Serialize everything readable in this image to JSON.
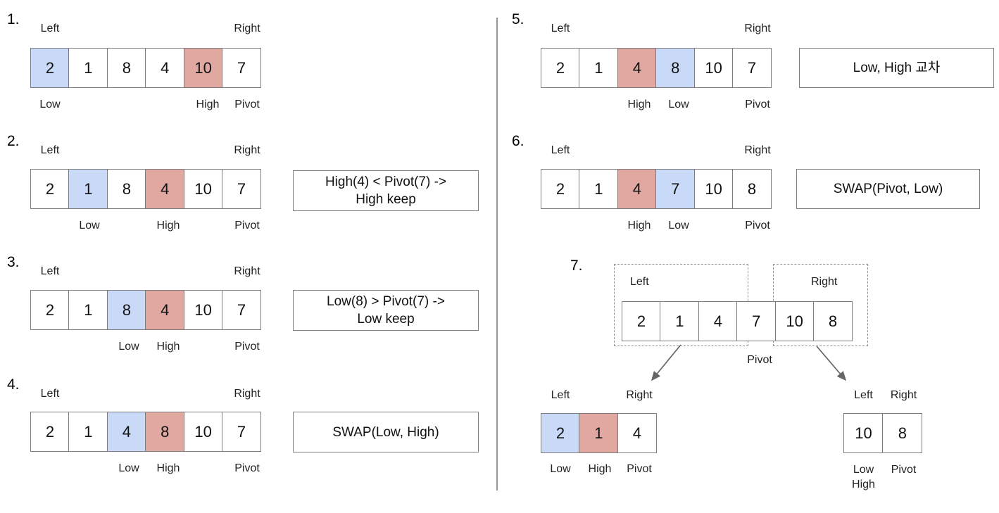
{
  "title": "Quicksort partition steps diagram",
  "colors": {
    "low_fill": "#c9daf8",
    "high_fill": "#e0a8a0",
    "cell_border": "#7d7d7d",
    "dashed_border": "#8f8f8f",
    "arrow": "#666666",
    "divider": "#979797"
  },
  "steps": [
    {
      "num": "1.",
      "cells": [
        {
          "v": "2",
          "hl": "low"
        },
        {
          "v": "1"
        },
        {
          "v": "8"
        },
        {
          "v": "4"
        },
        {
          "v": "10",
          "hl": "high"
        },
        {
          "v": "7"
        }
      ],
      "top": [
        {
          "t": "Left",
          "cell": 0
        },
        {
          "t": "Right",
          "cell": 5
        }
      ],
      "bottom": [
        {
          "t": "Low",
          "cell": 0
        },
        {
          "t": "High",
          "cell": 4
        },
        {
          "t": "Pivot",
          "cell": 5
        }
      ],
      "note": null
    },
    {
      "num": "2.",
      "cells": [
        {
          "v": "2"
        },
        {
          "v": "1",
          "hl": "low"
        },
        {
          "v": "8"
        },
        {
          "v": "4",
          "hl": "high"
        },
        {
          "v": "10"
        },
        {
          "v": "7"
        }
      ],
      "top": [
        {
          "t": "Left",
          "cell": 0
        },
        {
          "t": "Right",
          "cell": 5
        }
      ],
      "bottom": [
        {
          "t": "Low",
          "cell": 1
        },
        {
          "t": "High",
          "cell": 3
        },
        {
          "t": "Pivot",
          "cell": 5
        }
      ],
      "note": "High(4) < Pivot(7) ->\nHigh keep"
    },
    {
      "num": "3.",
      "cells": [
        {
          "v": "2"
        },
        {
          "v": "1"
        },
        {
          "v": "8",
          "hl": "low"
        },
        {
          "v": "4",
          "hl": "high"
        },
        {
          "v": "10"
        },
        {
          "v": "7"
        }
      ],
      "top": [
        {
          "t": "Left",
          "cell": 0
        },
        {
          "t": "Right",
          "cell": 5
        }
      ],
      "bottom": [
        {
          "t": "Low",
          "cell": 2
        },
        {
          "t": "High",
          "cell": 3
        },
        {
          "t": "Pivot",
          "cell": 5
        }
      ],
      "note": "Low(8) > Pivot(7) ->\nLow keep"
    },
    {
      "num": "4.",
      "cells": [
        {
          "v": "2"
        },
        {
          "v": "1"
        },
        {
          "v": "4",
          "hl": "low"
        },
        {
          "v": "8",
          "hl": "high"
        },
        {
          "v": "10"
        },
        {
          "v": "7"
        }
      ],
      "top": [
        {
          "t": "Left",
          "cell": 0
        },
        {
          "t": "Right",
          "cell": 5
        }
      ],
      "bottom": [
        {
          "t": "Low",
          "cell": 2
        },
        {
          "t": "High",
          "cell": 3
        },
        {
          "t": "Pivot",
          "cell": 5
        }
      ],
      "note": "SWAP(Low, High)"
    },
    {
      "num": "5.",
      "cells": [
        {
          "v": "2"
        },
        {
          "v": "1"
        },
        {
          "v": "4",
          "hl": "high"
        },
        {
          "v": "8",
          "hl": "low"
        },
        {
          "v": "10"
        },
        {
          "v": "7"
        }
      ],
      "top": [
        {
          "t": "Left",
          "cell": 0
        },
        {
          "t": "Right",
          "cell": 5
        }
      ],
      "bottom": [
        {
          "t": "High",
          "cell": 2
        },
        {
          "t": "Low",
          "cell": 3
        },
        {
          "t": "Pivot",
          "cell": 5
        }
      ],
      "note": "Low, High 교차"
    },
    {
      "num": "6.",
      "cells": [
        {
          "v": "2"
        },
        {
          "v": "1"
        },
        {
          "v": "4",
          "hl": "high"
        },
        {
          "v": "7",
          "hl": "low"
        },
        {
          "v": "10"
        },
        {
          "v": "8"
        }
      ],
      "top": [
        {
          "t": "Left",
          "cell": 0
        },
        {
          "t": "Right",
          "cell": 5
        }
      ],
      "bottom": [
        {
          "t": "High",
          "cell": 2
        },
        {
          "t": "Low",
          "cell": 3
        },
        {
          "t": "Pivot",
          "cell": 5
        }
      ],
      "note": "SWAP(Pivot, Low)"
    }
  ],
  "step7": {
    "num": "7.",
    "cells": [
      {
        "v": "2"
      },
      {
        "v": "1"
      },
      {
        "v": "4"
      },
      {
        "v": "7"
      },
      {
        "v": "10"
      },
      {
        "v": "8"
      }
    ],
    "left_box_label": "Left",
    "right_box_label": "Right",
    "pivot_label": "Pivot",
    "left_sub": {
      "cells": [
        {
          "v": "2",
          "hl": "low"
        },
        {
          "v": "1",
          "hl": "high"
        },
        {
          "v": "4"
        }
      ],
      "top": [
        {
          "t": "Left",
          "cell": 0
        },
        {
          "t": "Right",
          "cell": 2
        }
      ],
      "bottom": [
        {
          "t": "Low",
          "cell": 0
        },
        {
          "t": "High",
          "cell": 1
        },
        {
          "t": "Pivot",
          "cell": 2
        }
      ]
    },
    "right_sub": {
      "cells": [
        {
          "v": "10"
        },
        {
          "v": "8"
        }
      ],
      "top": [
        {
          "t": "Left",
          "cell": 0
        },
        {
          "t": "Right",
          "cell": 1
        }
      ],
      "bottom": [
        {
          "t": "Low\nHigh",
          "cell": 0
        },
        {
          "t": "Pivot",
          "cell": 1
        }
      ]
    }
  }
}
